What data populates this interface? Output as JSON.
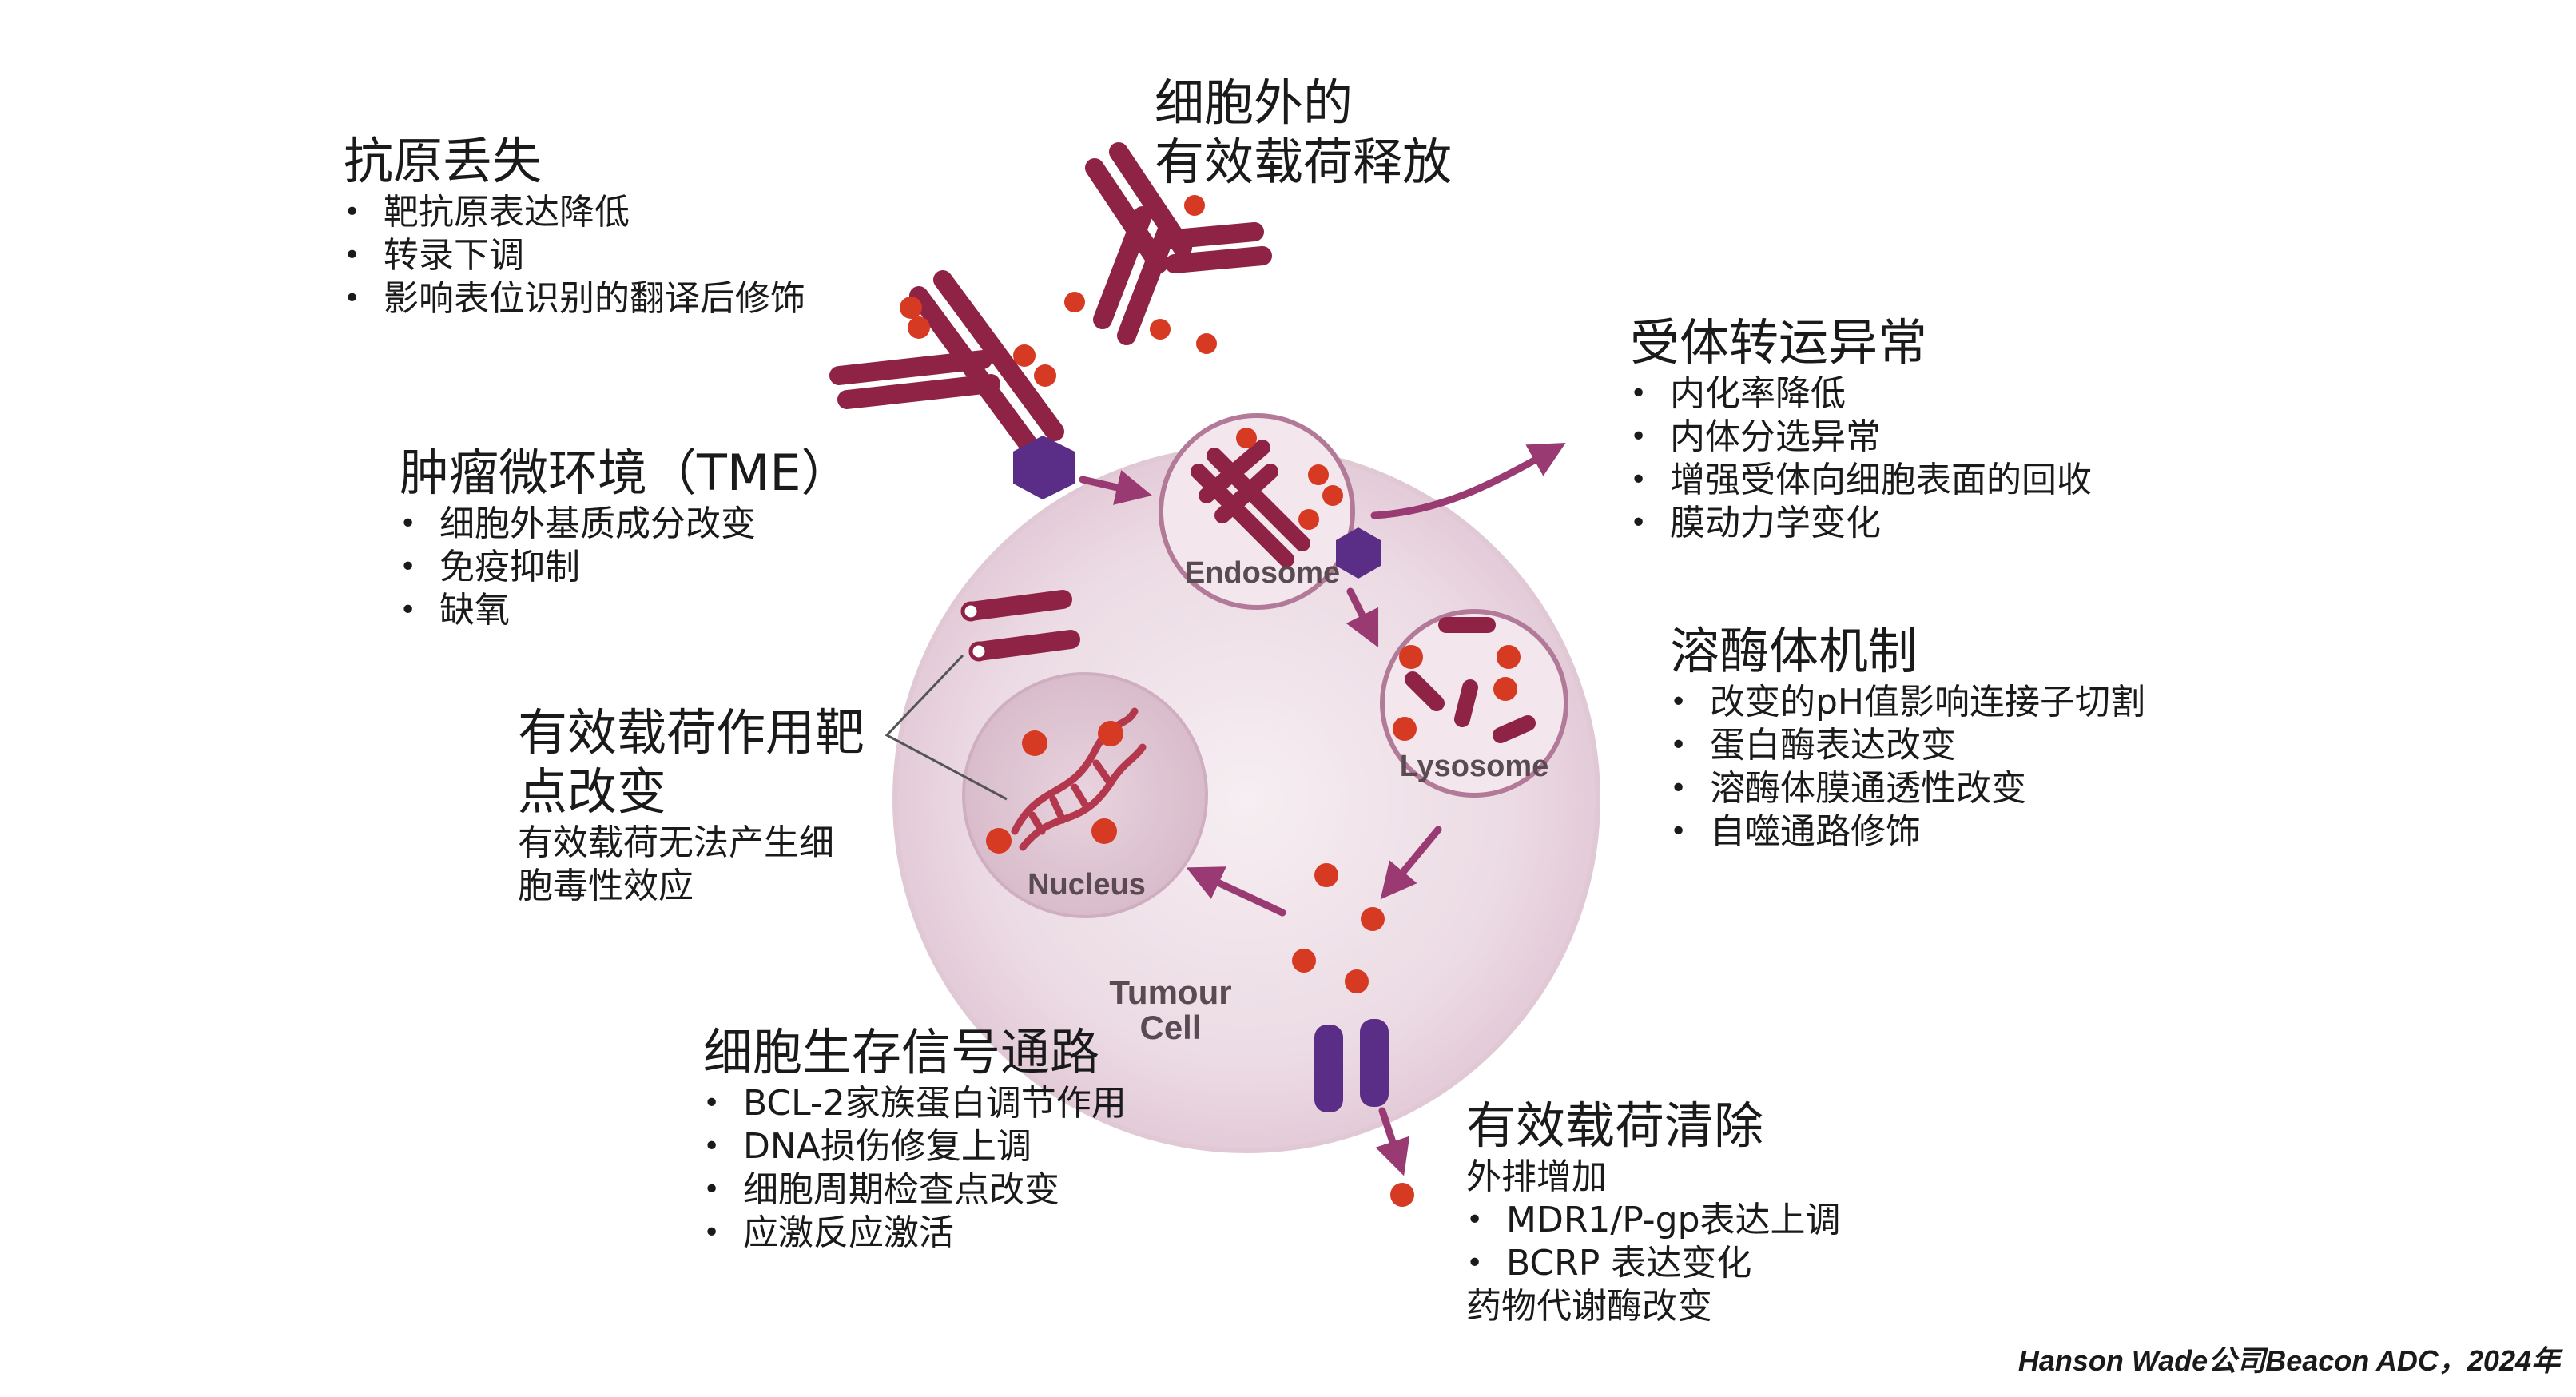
{
  "blocks": {
    "antigen_loss": {
      "title": "抗原丢失",
      "items": [
        "靶抗原表达降低",
        "转录下调",
        "影响表位识别的翻译后修饰"
      ]
    },
    "extracellular_release": {
      "title_line1": "细胞外的",
      "title_line2": "有效载荷释放"
    },
    "receptor_trafficking": {
      "title": "受体转运异常",
      "items": [
        "内化率降低",
        "内体分选异常",
        "增强受体向细胞表面的回收",
        "膜动力学变化"
      ]
    },
    "tme": {
      "title": "肿瘤微环境（TME）",
      "items": [
        "细胞外基质成分改变",
        "免疫抑制",
        "缺氧"
      ]
    },
    "lysosome_mechanism": {
      "title": "溶酶体机制",
      "items": [
        "改变的pH值影响连接子切割",
        "蛋白酶表达改变",
        "溶酶体膜通透性改变",
        "自噬通路修饰"
      ]
    },
    "payload_target": {
      "title_line1": "有效载荷作用靶",
      "title_line2": "点改变",
      "sub_line1": "有效载荷无法产生细",
      "sub_line2": "胞毒性效应"
    },
    "survival_signaling": {
      "title": "细胞生存信号通路",
      "items": [
        "BCL-2家族蛋白调节作用",
        "DNA损伤修复上调",
        "细胞周期检查点改变",
        "应激反应激活"
      ]
    },
    "payload_clearance": {
      "title": "有效载荷清除",
      "sub": "外排增加",
      "items": [
        "MDR1/P-gp表达上调",
        "BCRP 表达变化"
      ],
      "footer": "药物代谢酶改变"
    }
  },
  "cell_labels": {
    "endosome": "Endosome",
    "lysosome": "Lysosome",
    "nucleus": "Nucleus",
    "tumour_line1": "Tumour",
    "tumour_line2": "Cell"
  },
  "credit": "Hanson Wade公司Beacon ADC，2024年",
  "colors": {
    "antibody": "#8f2346",
    "payload": "#d63a22",
    "linker": "#5a2d86",
    "cell_fill": "#efe2ea",
    "membrane": "#c9a7b8",
    "arrow": "#9a3a72"
  }
}
